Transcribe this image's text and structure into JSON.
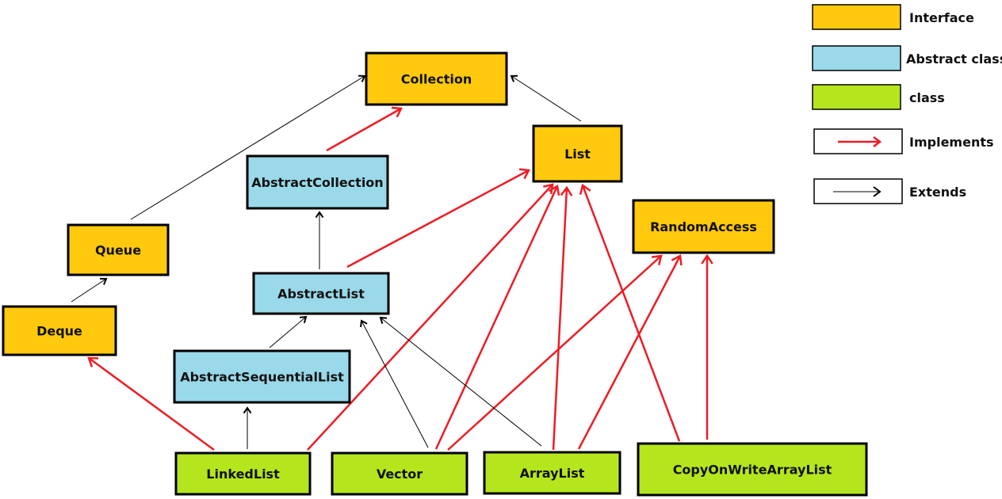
{
  "colors": {
    "interface": "#FFC90E",
    "abstract": "#99D9EA",
    "class": "#B5E61D",
    "implements": "#ED1C24",
    "extends": "#000000"
  },
  "legend": [
    {
      "kind": "interface",
      "label": "Interface"
    },
    {
      "kind": "abstract",
      "label": "Abstract class"
    },
    {
      "kind": "class",
      "label": "class"
    },
    {
      "kind": "implements",
      "label": "Implements"
    },
    {
      "kind": "extends",
      "label": "Extends"
    }
  ],
  "nodes": [
    {
      "id": "collection",
      "label": "Collection",
      "kind": "interface"
    },
    {
      "id": "list",
      "label": "List",
      "kind": "interface"
    },
    {
      "id": "abstractcollection",
      "label": "AbstractCollection",
      "kind": "abstract"
    },
    {
      "id": "queue",
      "label": "Queue",
      "kind": "interface"
    },
    {
      "id": "deque",
      "label": "Deque",
      "kind": "interface"
    },
    {
      "id": "abstractlist",
      "label": "AbstractList",
      "kind": "abstract"
    },
    {
      "id": "randomaccess",
      "label": "RandomAccess",
      "kind": "interface"
    },
    {
      "id": "abstractsequentiallist",
      "label": "AbstractSequentialList",
      "kind": "abstract"
    },
    {
      "id": "linkedlist",
      "label": "LinkedList",
      "kind": "class"
    },
    {
      "id": "vector",
      "label": "Vector",
      "kind": "class"
    },
    {
      "id": "arraylist",
      "label": "ArrayList",
      "kind": "class"
    },
    {
      "id": "copyonwritearraylist",
      "label": "CopyOnWriteArrayList",
      "kind": "class"
    }
  ],
  "edges": [
    {
      "from": "queue",
      "to": "collection",
      "type": "extends"
    },
    {
      "from": "list",
      "to": "collection",
      "type": "extends"
    },
    {
      "from": "abstractcollection",
      "to": "collection",
      "type": "implements"
    },
    {
      "from": "deque",
      "to": "queue",
      "type": "extends"
    },
    {
      "from": "abstractlist",
      "to": "abstractcollection",
      "type": "extends"
    },
    {
      "from": "abstractlist",
      "to": "list",
      "type": "implements"
    },
    {
      "from": "abstractsequentiallist",
      "to": "abstractlist",
      "type": "extends"
    },
    {
      "from": "linkedlist",
      "to": "abstractsequentiallist",
      "type": "extends"
    },
    {
      "from": "linkedlist",
      "to": "deque",
      "type": "implements"
    },
    {
      "from": "linkedlist",
      "to": "list",
      "type": "implements"
    },
    {
      "from": "vector",
      "to": "abstractlist",
      "type": "extends"
    },
    {
      "from": "vector",
      "to": "list",
      "type": "implements"
    },
    {
      "from": "vector",
      "to": "randomaccess",
      "type": "implements"
    },
    {
      "from": "arraylist",
      "to": "abstractlist",
      "type": "extends"
    },
    {
      "from": "arraylist",
      "to": "list",
      "type": "implements"
    },
    {
      "from": "arraylist",
      "to": "randomaccess",
      "type": "implements"
    },
    {
      "from": "copyonwritearraylist",
      "to": "list",
      "type": "implements"
    },
    {
      "from": "copyonwritearraylist",
      "to": "randomaccess",
      "type": "implements"
    }
  ]
}
